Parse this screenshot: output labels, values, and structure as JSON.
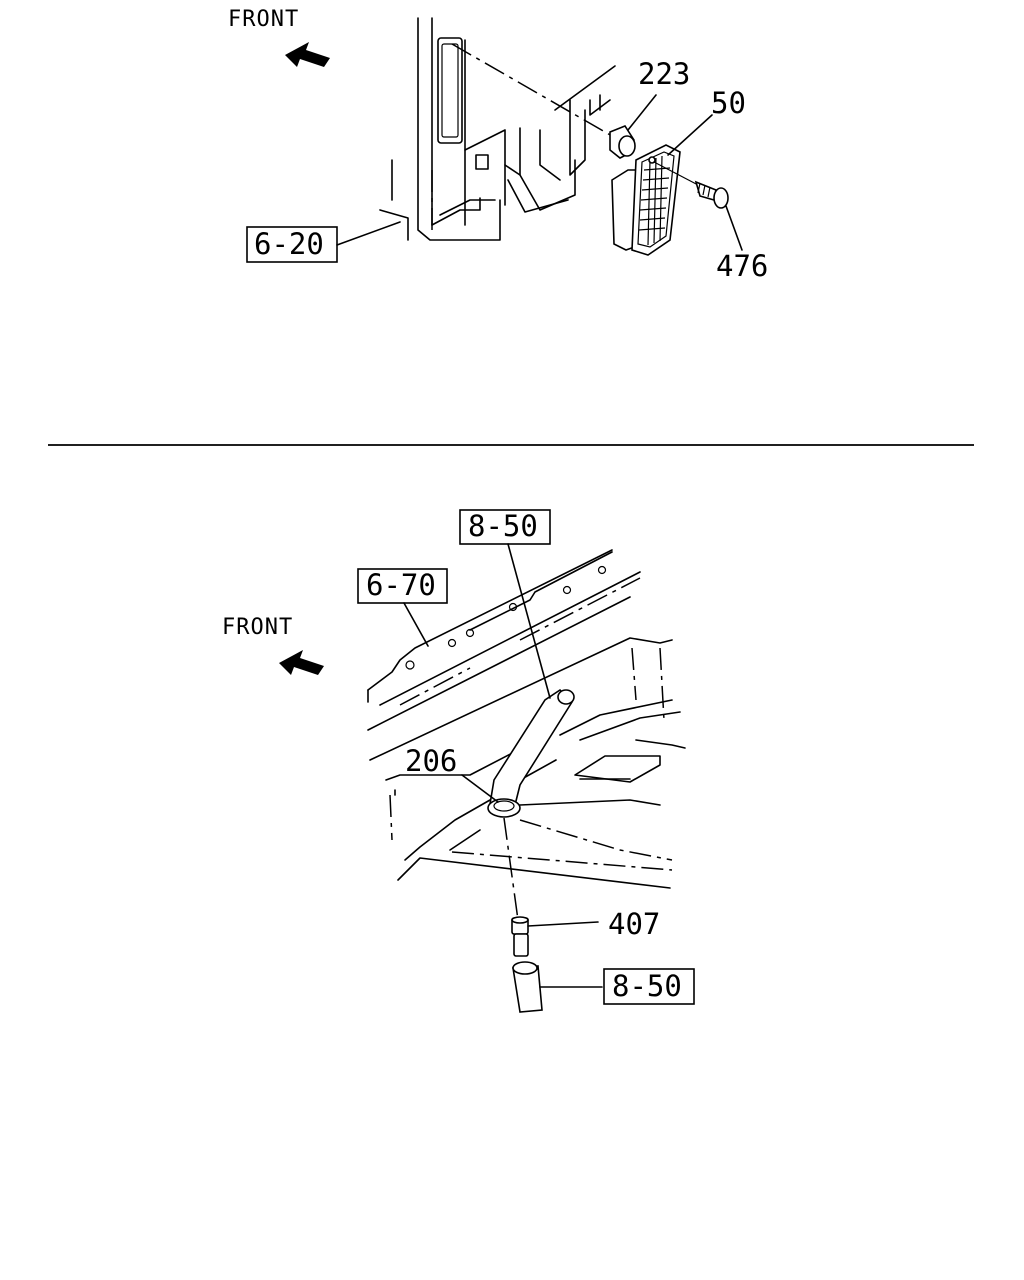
{
  "diagram": {
    "top_panel": {
      "front_label": "FRONT",
      "callouts": {
        "c223": "223",
        "c50": "50",
        "c476": "476",
        "ref_6_20": "6-20"
      }
    },
    "bottom_panel": {
      "front_label": "FRONT",
      "callouts": {
        "ref_8_50_top": "8-50",
        "ref_6_70": "6-70",
        "c206": "206",
        "c407": "407",
        "ref_8_50_bottom": "8-50"
      }
    },
    "icons": {
      "front_arrow": "front-arrow-icon"
    }
  }
}
